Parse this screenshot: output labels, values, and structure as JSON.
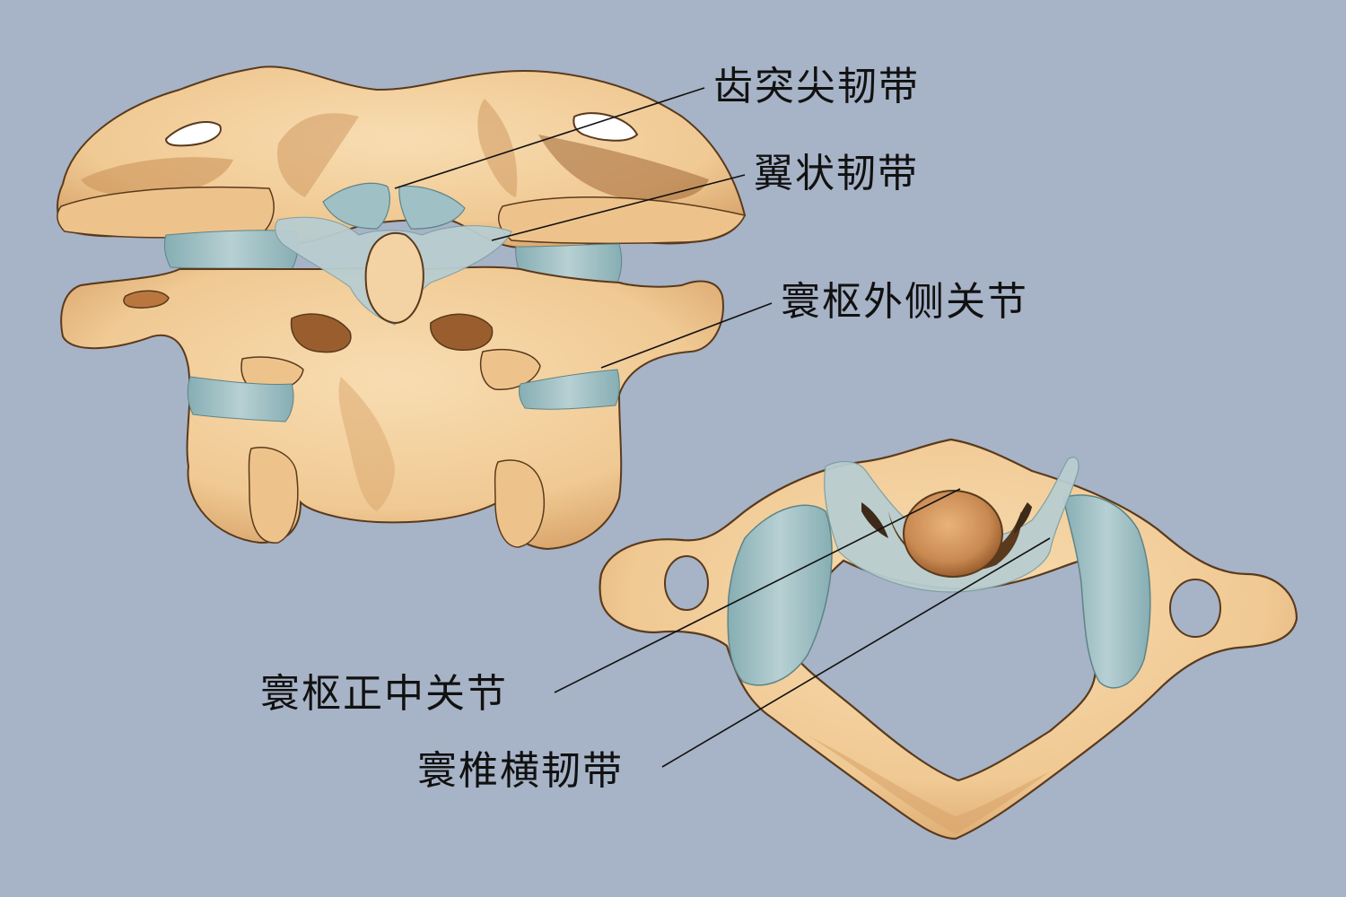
{
  "labels": {
    "apical_ligament": "齿突尖韧带",
    "alar_ligament": "翼状韧带",
    "lateral_atlantoaxial_joint": "寰枢外侧关节",
    "median_atlantoaxial_joint": "寰枢正中关节",
    "transverse_ligament": "寰椎横韧带"
  },
  "colors": {
    "background": "#a7b3c6",
    "bone": "#f1cc98",
    "bone_shadow": "#c98f55",
    "bone_dark": "#9a5e2e",
    "cartilage": "#9fc0c4",
    "ligament": "#b9cdd0",
    "leader_line": "#111111"
  }
}
